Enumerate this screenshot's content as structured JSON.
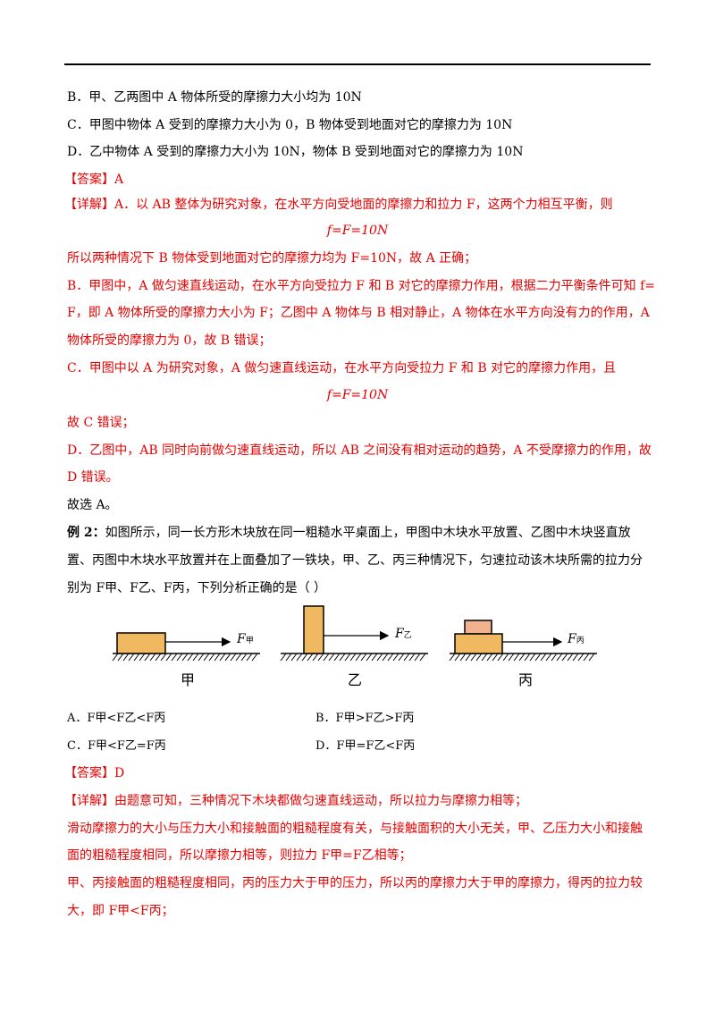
{
  "q1_options": {
    "B": "B．甲、乙两图中 A 物体所受的摩擦力大小均为 10N",
    "C": "C．甲图中物体 A 受到的摩擦力大小为 0，B 物体受到地面对它的摩擦力为 10N",
    "D": "D．乙中物体 A 受到的摩擦力大小为 10N，物体 B 受到地面对它的摩擦力为 10N"
  },
  "q1_answer": "【答案】A",
  "q1_detail": {
    "l1": "【详解】A．以 AB 整体为研究对象，在水平方向受地面的摩擦力和拉力 F，这两个力相互平衡，则",
    "eq1": "f=F=10N",
    "l2": "所以两种情况下 B 物体受到地面对它的摩擦力均为 F=10N，故 A 正确；",
    "l3": "B．甲图中，A 做匀速直线运动，在水平方向受拉力 F 和 B 对它的摩擦力作用，根据二力平衡条件可知 f=",
    "l4": "F，即 A 物体所受的摩擦力大小为 F；乙图中 A 物体与 B 相对静止，A 物体在水平方向没有力的作用，A",
    "l5": "物体所受的摩擦力为 0，故 B 错误；",
    "l6": "C．甲图中以 A 为研究对象，A 做匀速直线运动，在水平方向受拉力 F 和 B 对它的摩擦力作用，且",
    "eq2": "f=F=10N",
    "l7": "故 C 错误；",
    "l8": "D．乙图中，AB 同时向前做匀速直线运动，所以 AB 之间没有相对运动的趋势，A 不受摩擦力的作用，故",
    "l9": "D 错误。",
    "l10": "故选 A。"
  },
  "q2": {
    "label": "例 2：",
    "l1": "如图所示，同一长方形木块放在同一粗糙水平桌面上，甲图中木块水平放置、乙图中木块竖直放",
    "l2": "置、丙图中木块水平放置并在上面叠加了一铁块，甲、乙、丙三种情况下，匀速拉动该木块所需的拉力分",
    "l3": "别为 F甲、F乙、F丙，下列分析正确的是（      ）"
  },
  "figure": {
    "force_symbol": "F",
    "labels": [
      "甲",
      "乙",
      "丙"
    ]
  },
  "q2_options": {
    "A": "A．F甲<F乙<F丙",
    "B": "B．F甲>F乙>F丙",
    "C": "C．F甲<F乙=F丙",
    "D": "D．F甲=F乙<F丙"
  },
  "q2_answer": "【答案】D",
  "q2_detail": {
    "l1": "【详解】由题意可知，三种情况下木块都做匀速直线运动，所以拉力与摩擦力相等；",
    "l2": "滑动摩擦力的大小与压力大小和接触面的粗糙程度有关，与接触面积的大小无关，甲、乙压力大小和接触",
    "l3": "面的粗糙程度相同，所以摩擦力相等，则拉力 F甲=F乙相等；",
    "l4": "甲、丙接触面的粗糙程度相同，丙的压力大于甲的压力，所以丙的摩擦力大于甲的摩擦力，得丙的拉力较",
    "l5": "大，即 F甲<F丙；"
  },
  "colors": {
    "answer_red": "#e60000",
    "block_fill": "#f0b860",
    "iron_fill": "#f3b28f"
  }
}
